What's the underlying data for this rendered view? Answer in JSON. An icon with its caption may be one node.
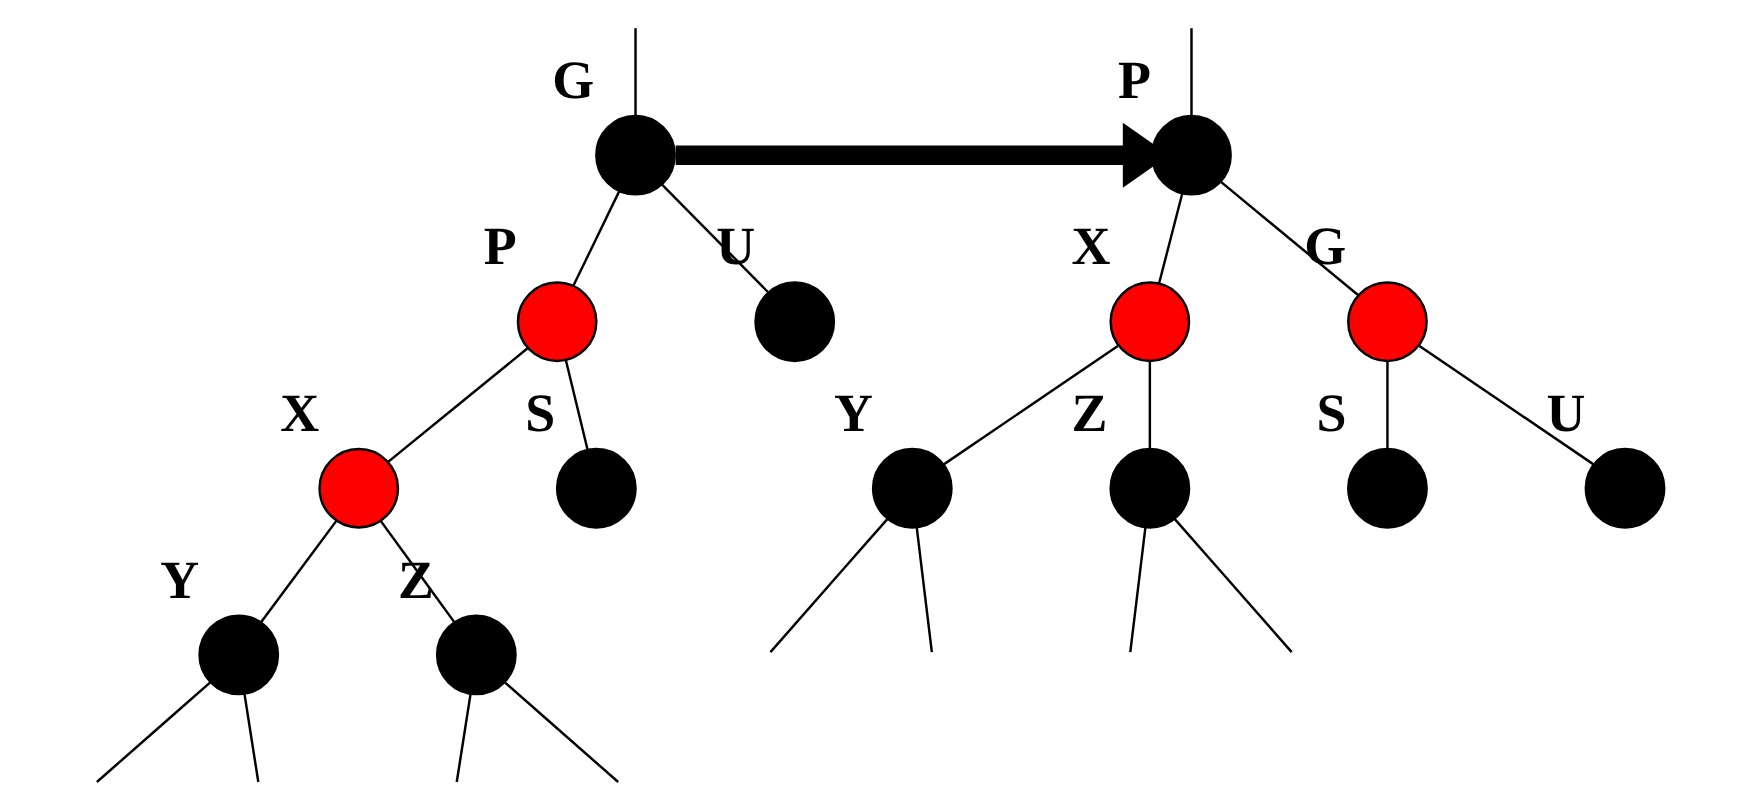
{
  "diagram": {
    "nodes": [
      {
        "text": [],
        "shape": "circle",
        "beside": [
          "G"
        ]
      },
      {
        "text": [],
        "shape": "circle",
        "beside": [
          "P"
        ]
      },
      {
        "text": [],
        "shape": "circle",
        "beside": [
          "U"
        ]
      },
      {
        "text": [],
        "shape": "circle",
        "beside": [
          "X"
        ]
      },
      {
        "text": [],
        "shape": "circle",
        "beside": [
          "S"
        ]
      },
      {
        "text": [],
        "shape": "circle",
        "beside": [
          "Y"
        ]
      },
      {
        "text": [],
        "shape": "circle",
        "beside": [
          "Z"
        ]
      },
      {
        "text": [],
        "shape": "circle",
        "beside": [
          "P"
        ]
      },
      {
        "text": [],
        "shape": "circle",
        "beside": [
          "X"
        ]
      },
      {
        "text": [],
        "shape": "circle",
        "beside": [
          "G"
        ]
      },
      {
        "text": [],
        "shape": "circle",
        "beside": [
          "Y"
        ]
      },
      {
        "text": [],
        "shape": "circle",
        "beside": [
          "Z"
        ]
      },
      {
        "text": [],
        "shape": "circle",
        "beside": [
          "S"
        ]
      },
      {
        "text": [],
        "shape": "circle",
        "beside": [
          "U"
        ]
      }
    ],
    "edges": [
      {
        "from": null,
        "to": 0,
        "arrow": "none"
      },
      {
        "from": 0,
        "to": 1,
        "arrow": "none"
      },
      {
        "from": 0,
        "to": 2,
        "arrow": "none"
      },
      {
        "from": 1,
        "to": 3,
        "arrow": "none"
      },
      {
        "from": 1,
        "to": 4,
        "arrow": "none"
      },
      {
        "from": 3,
        "to": 5,
        "arrow": "none"
      },
      {
        "from": 3,
        "to": 6,
        "arrow": "none"
      },
      {
        "from": 5,
        "to": null,
        "arrow": "none"
      },
      {
        "from": 5,
        "to": null,
        "arrow": "none"
      },
      {
        "from": 6,
        "to": null,
        "arrow": "none"
      },
      {
        "from": 6,
        "to": null,
        "arrow": "none"
      },
      {
        "from": 0,
        "to": 7,
        "arrow": "to",
        "style": "thick"
      },
      {
        "from": null,
        "to": 7,
        "arrow": "none"
      },
      {
        "from": 7,
        "to": 8,
        "arrow": "none"
      },
      {
        "from": 7,
        "to": 9,
        "arrow": "none"
      },
      {
        "from": 8,
        "to": 10,
        "arrow": "none"
      },
      {
        "from": 8,
        "to": 11,
        "arrow": "none"
      },
      {
        "from": 9,
        "to": 12,
        "arrow": "none"
      },
      {
        "from": 9,
        "to": 13,
        "arrow": "none"
      },
      {
        "from": 10,
        "to": null,
        "arrow": "none"
      },
      {
        "from": 10,
        "to": null,
        "arrow": "none"
      },
      {
        "from": 11,
        "to": null,
        "arrow": "none"
      },
      {
        "from": 11,
        "to": null,
        "arrow": "none"
      }
    ]
  }
}
